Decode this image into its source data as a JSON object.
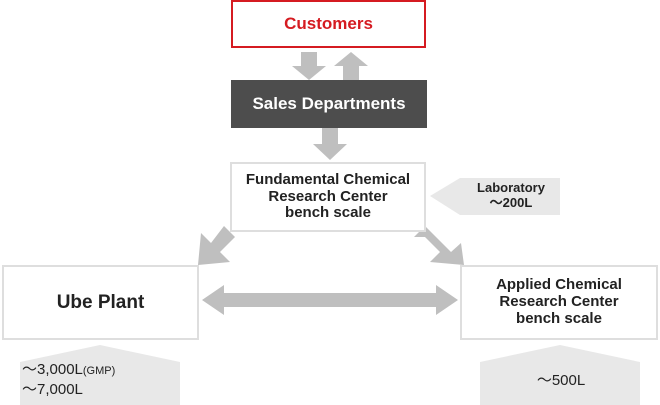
{
  "customers": {
    "label": "Customers"
  },
  "sales": {
    "label": "Sales Departments"
  },
  "fundamental_center": {
    "lines": [
      "Fundamental Chemical",
      "Research Center",
      "bench scale"
    ]
  },
  "laboratory_tag": {
    "line1": "Laboratory",
    "line2": "～200L"
  },
  "ube_plant": {
    "label": "Ube Plant",
    "capacity_1": "～3,000L",
    "capacity_1_note": "(GMP)",
    "capacity_2": "～7,000L"
  },
  "applied_center": {
    "lines": [
      "Applied Chemical",
      "Research Center",
      "bench scale"
    ],
    "capacity": "～500L"
  },
  "colors": {
    "accent_red": "#d51b21",
    "dark_box": "#4d4d4d",
    "arrow_gray": "#bfbfbf",
    "border_gray": "#dedede",
    "tag_gray": "#e8e8e8"
  }
}
